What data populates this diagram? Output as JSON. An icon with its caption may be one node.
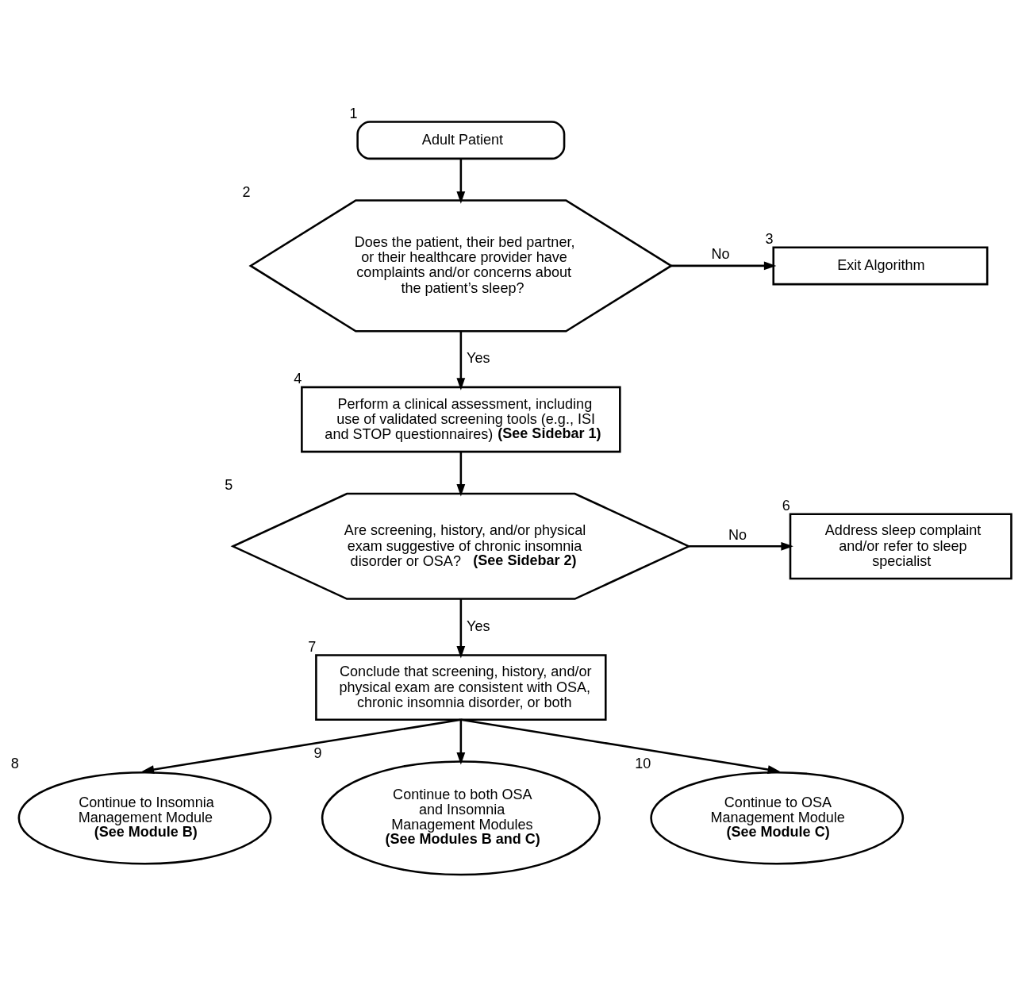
{
  "diagram": {
    "nodes": [
      {
        "text": [
          "Adult Patient"
        ],
        "beside": [
          "1"
        ]
      },
      {
        "text": [
          "Does the patient, their bed partner, or their healthcare provider have complaints and/or concerns about the patient’s sleep?"
        ],
        "beside": [
          "2"
        ]
      },
      {
        "text": [
          "Exit Algorithm"
        ],
        "beside": [
          "3"
        ]
      },
      {
        "text": [
          "Perform a clinical assessment, including use of validated screening tools (e.g., ISI and STOP questionnaires) **(See Sidebar 1)**"
        ],
        "beside": [
          "4"
        ]
      },
      {
        "text": [
          "Are screening, history, and/or physical exam suggestive of chronic insomnia disorder or OSA? **(See Sidebar 2)**"
        ],
        "beside": [
          "5"
        ]
      },
      {
        "text": [
          "Address sleep complaint and/or refer to sleep specialist"
        ],
        "beside": [
          "6"
        ]
      },
      {
        "text": [
          "Conclude that screening, history, and/or physical exam are consistent with OSA, chronic insomnia disorder, or both"
        ],
        "beside": [
          "7"
        ]
      },
      {
        "text": [
          "Continue to Insomnia Management Module **(See Module B)**"
        ],
        "beside": [
          "8"
        ]
      },
      {
        "text": [
          "Continue to both OSA and Insomnia Management Modules **(See Modules B and C)**"
        ],
        "beside": [
          "9"
        ]
      },
      {
        "text": [
          "Continue to OSA Management Module **(See Module C)**"
        ],
        "beside": [
          "10"
        ]
      }
    ],
    "edges": [
      {
        "from": 0,
        "to": 1,
        "arrow": "to"
      },
      {
        "from": 1,
        "to": 2,
        "arrow": "to",
        "label": "No"
      },
      {
        "from": 1,
        "to": 3,
        "arrow": "to",
        "label": "Yes"
      },
      {
        "from": 3,
        "to": 4,
        "arrow": "to"
      },
      {
        "from": 4,
        "to": 5,
        "arrow": "to",
        "label": "No"
      },
      {
        "from": 4,
        "to": 6,
        "arrow": "to",
        "label": "Yes"
      },
      {
        "from": 6,
        "to": 7,
        "arrow": "to"
      },
      {
        "from": 6,
        "to": 8,
        "arrow": "to"
      },
      {
        "from": 6,
        "to": 9,
        "arrow": "to"
      }
    ]
  }
}
